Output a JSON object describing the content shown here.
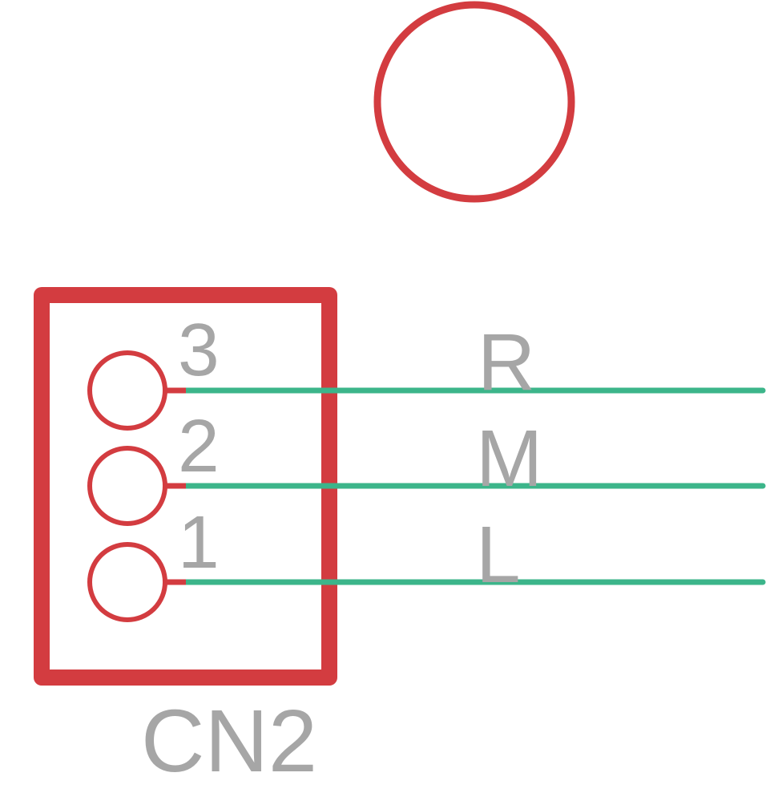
{
  "colors": {
    "component": "#d33c40",
    "wire": "#3cb58a",
    "text": "#a6a6a6",
    "background": "#ffffff"
  },
  "connector": {
    "reference": "CN2",
    "pins": [
      {
        "number": "3",
        "net": "R"
      },
      {
        "number": "2",
        "net": "M"
      },
      {
        "number": "1",
        "net": "L"
      }
    ]
  }
}
